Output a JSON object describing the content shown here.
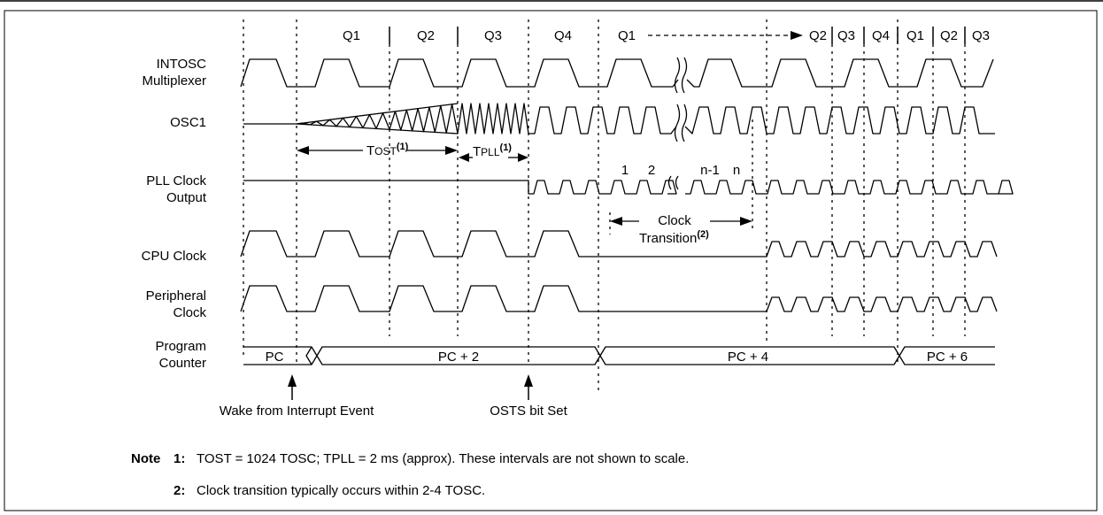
{
  "quarters": [
    {
      "label": "Q1"
    },
    {
      "label": "Q2"
    },
    {
      "label": "Q3"
    },
    {
      "label": "Q4"
    },
    {
      "label": "Q1"
    },
    {
      "label": "Q2"
    },
    {
      "label": "Q3"
    },
    {
      "label": "Q4"
    },
    {
      "label": "Q1"
    },
    {
      "label": "Q2"
    },
    {
      "label": "Q3"
    }
  ],
  "signals": {
    "intosc": [
      "INTOSC",
      "Multiplexer"
    ],
    "osc1": "OSC1",
    "pll": [
      "PLL Clock",
      "Output"
    ],
    "cpu": "CPU Clock",
    "periph": [
      "Peripheral",
      "Clock"
    ],
    "pc": [
      "Program",
      "Counter"
    ]
  },
  "pc_values": [
    "PC",
    "PC + 2",
    "PC + 4",
    "PC + 6"
  ],
  "timing": {
    "tost": {
      "main": "T",
      "sc": "OST",
      "sup": "(1)"
    },
    "tpll": {
      "main": "T",
      "sc": "PLL",
      "sup": "(1)"
    }
  },
  "pll_counts": [
    "1",
    "2",
    "n-1",
    "n"
  ],
  "clock_transition": {
    "line1": "Clock",
    "line2": "Transition",
    "sup": "(2)"
  },
  "events": {
    "wake": "Wake from Interrupt Event",
    "osts": "OSTS bit Set"
  },
  "notes": {
    "key": "Note",
    "items": [
      {
        "num": "1:",
        "text": "TOST = 1024 TOSC; TPLL = 2 ms (approx). These intervals are not shown to scale."
      },
      {
        "num": "2:",
        "text": "Clock transition typically occurs within 2-4 TOSC."
      }
    ]
  }
}
